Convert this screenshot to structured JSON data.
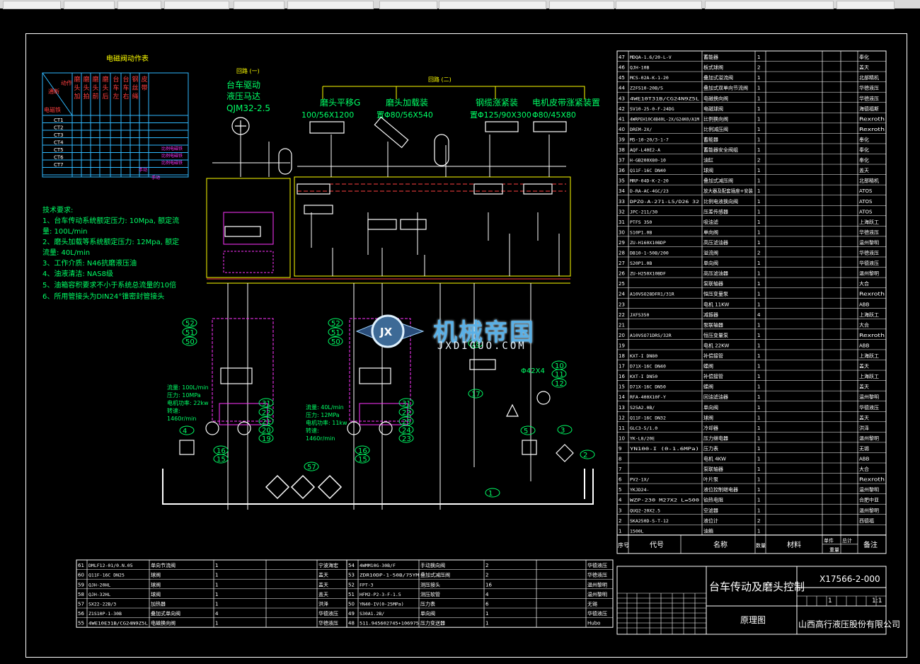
{
  "window": {
    "brand_watermark": "机械帝国",
    "brand_url": "JXDIGUO.COM",
    "logo_letters": "JX"
  },
  "electromagnet_table": {
    "title": "电磁阀动作表",
    "corner_top": "动作",
    "corner_mid": "通断",
    "corner_left": "电磁铁",
    "columns": [
      "磨头加",
      "磨头拍",
      "磨头前",
      "磨头后",
      "台车左",
      "台车右",
      "钢丝绳",
      "皮带"
    ],
    "rows": [
      "CT1",
      "CT2",
      "CT3",
      "CT4",
      "CT5",
      "CT6",
      "CT7"
    ],
    "notes": [
      "比例电磁铁",
      "比例电磁铁",
      "比例电磁铁"
    ],
    "footer": [
      "手动",
      "手动"
    ]
  },
  "tech_requirements": {
    "heading": "技术要求:",
    "lines": [
      "1、台车传动系统额定压力: 10Mpa, 额定流",
      "量: 100L/min",
      "2、磨头加载等系统额定压力: 12Mpa, 额定",
      "流量: 40L/min",
      "3、工作介质: N46抗磨液压油",
      "4、油液清洁: NAS8级",
      "5、油箱容积要求不小于系统总流量的10倍",
      "6、所用管接头为DIN24°锥密封管接头"
    ]
  },
  "circuits": {
    "loop1": "回路 (一)",
    "loop2": "回路 (二)",
    "motor_title": "台车驱动",
    "motor_sub": "液压马达",
    "motor_model": "QJM32-2.5",
    "c1_title": "磨头平移G",
    "c1_sub": "100/56X1200",
    "c2_title": "磨头加载装",
    "c2_sub": "置Φ80/56X540",
    "c3_title": "钢缆涨紧装",
    "c3_sub": "置Φ125/90X300",
    "c4_title": "电机皮带涨紧装置",
    "c4_sub": "Φ80/45X80",
    "pump1": [
      "流量: 100L/min",
      "压力: 10MPa",
      "电机功率: 22kw",
      "转速:",
      "1460r/min"
    ],
    "pump2": [
      "流量: 40L/min",
      "压力: 12MPa",
      "电机功率: 11kw",
      "转速:",
      "1460r/min"
    ],
    "size_label": "Φ42X4"
  },
  "parts_right": [
    [
      "47",
      "MDQA-1.6/20-L-V",
      "蓄能器",
      "1",
      "",
      "",
      "奉化"
    ],
    [
      "46",
      "QJH-10B",
      "板式球阀",
      "2",
      "",
      "",
      "盖天"
    ],
    [
      "45",
      "MCS-02A-K-1-20",
      "叠加式溢流阀",
      "1",
      "",
      "",
      "北部精机"
    ],
    [
      "44",
      "Z2FS10-20B/S",
      "叠加式双单向节流阀",
      "1",
      "",
      "",
      "华德液压"
    ],
    [
      "43",
      "4WE10T31B/CG24N9Z5L",
      "电磁换向阀",
      "1",
      "",
      "",
      "华德液压"
    ],
    [
      "42",
      "SV10-25-0-F-24DG",
      "电磁球阀",
      "1",
      "",
      "",
      "海德福斯"
    ],
    [
      "41",
      "4WRPEH10C4B40L-2X/G24K0/A1M",
      "比例换向阀",
      "1",
      "",
      "",
      "Rexroth"
    ],
    [
      "40",
      "DREM-2X/",
      "比例减压阀",
      "1",
      "",
      "",
      "Rexroth"
    ],
    [
      "39",
      "M5-10-20/3-1-7",
      "蓄能器",
      "1",
      "",
      "",
      "奉化"
    ],
    [
      "38",
      "AQF-L40E2-A",
      "蓄能器安全阀组",
      "1",
      "",
      "",
      "奉化"
    ],
    [
      "37",
      "H-GB200X80-10",
      "油缸",
      "2",
      "",
      "",
      "奉化"
    ],
    [
      "36",
      "Q11F-16C DN40",
      "球阀",
      "1",
      "",
      "",
      "盖天"
    ],
    [
      "35",
      "MRP-04D-K-2-20",
      "叠加式减压阀",
      "1",
      "",
      "",
      "北部精机"
    ],
    [
      "34",
      "D-RA-AC-4GC/23",
      "放大器及配套插座+安装",
      "1",
      "",
      "",
      "ATOS"
    ],
    [
      "33",
      "DPZO-A-271-L5/D26 32",
      "比例电液换向阀",
      "1",
      "",
      "",
      "ATOS"
    ],
    [
      "32",
      "JPC-211/30",
      "压差传感器",
      "1",
      "",
      "",
      "ATOS"
    ],
    [
      "31",
      "PTFS 350",
      "吸油滤",
      "1",
      "",
      "",
      "上海跃工"
    ],
    [
      "30",
      "S10P1.0B",
      "单向阀",
      "1",
      "",
      "",
      "华德液压"
    ],
    [
      "29",
      "ZU-H160X10BDP",
      "高压滤油器",
      "1",
      "",
      "",
      "温州黎明"
    ],
    [
      "28",
      "DB10-1-50B/200",
      "溢流阀",
      "2",
      "",
      "",
      "华德液压"
    ],
    [
      "27",
      "S20P1.0B",
      "单向阀",
      "1",
      "",
      "",
      "华德液压"
    ],
    [
      "26",
      "ZU-H250X10BDF",
      "高压滤油器",
      "1",
      "",
      "",
      "温州黎明"
    ],
    [
      "25",
      "",
      "泵联轴器",
      "1",
      "",
      "",
      "大合"
    ],
    [
      "24",
      "A10VSO28DFR1/31R",
      "恒压变量泵",
      "1",
      "",
      "",
      "Rexroth"
    ],
    [
      "23",
      "",
      "电机 11KW",
      "1",
      "",
      "",
      "ABB"
    ],
    [
      "22",
      "JXFS350",
      "减振器",
      "4",
      "",
      "",
      "上海跃工"
    ],
    [
      "21",
      "",
      "泵联轴器",
      "1",
      "",
      "",
      "大合"
    ],
    [
      "20",
      "A10VSO71DRS/32R",
      "恒压变量泵",
      "1",
      "",
      "",
      "Rexroth"
    ],
    [
      "19",
      "",
      "电机 22KW",
      "1",
      "",
      "",
      "ABB"
    ],
    [
      "18",
      "KXT-I DN80",
      "补偿接管",
      "1",
      "",
      "",
      "上海跃工"
    ],
    [
      "17",
      "D71X-16C DN40",
      "蝶阀",
      "1",
      "",
      "",
      "盖天"
    ],
    [
      "16",
      "KXT-I DN50",
      "补偿接管",
      "1",
      "",
      "",
      "上海跃工"
    ],
    [
      "15",
      "D71X-16C DN50",
      "蝶阀",
      "1",
      "",
      "",
      "盖天"
    ],
    [
      "14",
      "RFA-400X10F-Y",
      "回油滤油器",
      "1",
      "",
      "",
      "温州黎明"
    ],
    [
      "13",
      "S25A2.0B/",
      "单向阀",
      "1",
      "",
      "",
      "华德液压"
    ],
    [
      "12",
      "Q11F-16C DN32",
      "球阀",
      "1",
      "",
      "",
      "盖天"
    ],
    [
      "11",
      "GLC3-5/1.0",
      "冷却器",
      "1",
      "",
      "",
      "洪泽"
    ],
    [
      "10",
      "YK-L8/20E",
      "压力继电器",
      "1",
      "",
      "",
      "温州黎明"
    ],
    [
      "9",
      "YN100-I (0-1.6MPa)",
      "压力表",
      "1",
      "",
      "",
      "无锡"
    ],
    [
      "8",
      "",
      "电机 4KW",
      "1",
      "",
      "",
      "ABB"
    ],
    [
      "7",
      "",
      "泵联轴器",
      "1",
      "",
      "",
      "大合"
    ],
    [
      "6",
      "PV2-1X/",
      "叶片泵",
      "1",
      "",
      "",
      "Rexroth"
    ],
    [
      "5",
      "YKJD24-",
      "液位控制继电器",
      "1",
      "",
      "",
      "温州黎明"
    ],
    [
      "4",
      "WZP-230 M27X2 L=500",
      "铂热电阻",
      "1",
      "",
      "",
      "合肥中亚"
    ],
    [
      "3",
      "QUQ2-20X2.5",
      "空滤器",
      "1",
      "",
      "",
      "温州黎明"
    ],
    [
      "2",
      "SKA250D-S-T-12",
      "液位计",
      "2",
      "",
      "",
      "西德福"
    ],
    [
      "1",
      "1500L",
      "油箱",
      "1",
      "",
      "",
      ""
    ]
  ],
  "parts_header": {
    "seq": "序号",
    "code": "代号",
    "name": "名称",
    "qty": "数量",
    "material": "材料",
    "unit_w": "单件",
    "total_w": "总计",
    "weight": "重量",
    "remark": "备注"
  },
  "parts_bottom_left": [
    [
      "61",
      "DMLF12-01/0.N.05",
      "单向节流阀",
      "1",
      "宁波海宏"
    ],
    [
      "60",
      "Q11F-16C DN25",
      "球阀",
      "1",
      "盖天"
    ],
    [
      "59",
      "QJH-20HL",
      "球阀",
      "1",
      "盖天"
    ],
    [
      "58",
      "QJH-32HL",
      "球阀",
      "1",
      "盖天"
    ],
    [
      "57",
      "SX22-22B/3",
      "加热器",
      "1",
      "洪泽"
    ],
    [
      "56",
      "Z1S10P-1-30B",
      "叠加式单向阀",
      "4",
      "华德液压"
    ],
    [
      "55",
      "4WE10E31B/CG24N9Z5L",
      "电磁换向阀",
      "1",
      "华德液压"
    ]
  ],
  "parts_bottom_mid": [
    [
      "54",
      "4WMM10G-30B/F",
      "手动换向阀",
      "2",
      "华德液压"
    ],
    [
      "53",
      "ZDR10DP-1-50B/75YM",
      "叠加式减压阀",
      "2",
      "华德液压"
    ],
    [
      "52",
      "FPT-3",
      "测压接头",
      "16",
      "温州黎明"
    ],
    [
      "51",
      "HFM2-P2-3-F-1.5",
      "测压软管",
      "4",
      "温州黎明"
    ],
    [
      "50",
      "YN40-IV(0-25MPa)",
      "压力表",
      "6",
      "无锡"
    ],
    [
      "49",
      "S30A1.2B/",
      "单向阀",
      "1",
      "华德液压"
    ],
    [
      "48",
      "511.945602745+106975",
      "压力变送器",
      "1",
      "Hubo"
    ]
  ],
  "title_block": {
    "drawing_no": "X17566-2-000",
    "title": "台车传动及磨头控制",
    "subtitle": "原理图",
    "company": "山西高行液压股份有限公司",
    "scale": "1:1",
    "sheet": "1"
  },
  "colors": {
    "red": "#ff4040",
    "green": "#00ff66",
    "yellow": "#ffff00",
    "cyan": "#33e0ff",
    "magenta": "#ff33ff",
    "white": "#ffffff",
    "blue": "#4060ff"
  }
}
